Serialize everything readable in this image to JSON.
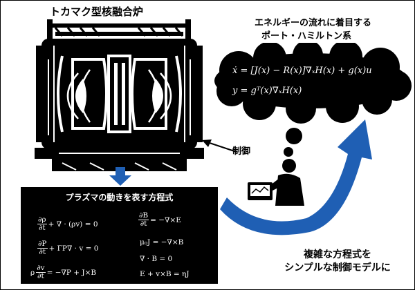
{
  "tokamak": {
    "title": "トカマク型核融合炉"
  },
  "port_hamiltonian": {
    "title_line1": "エネルギーの流れに着目する",
    "title_line2": "ポート・ハミルトン系",
    "eq1": "ẋ = [J(x) − R(x)]∇ₓH(x) + g(x)u",
    "eq2": "y = gᵀ(x)∇ₓH(x)"
  },
  "control_label": "制御",
  "plasma_equations": {
    "title": "プラズマの動きを表す方程式",
    "continuity": {
      "num": "∂ρ",
      "den": "∂t",
      "rest": "+ ∇ · (ρv) = 0"
    },
    "energy": {
      "num": "∂P",
      "den": "∂t",
      "rest": "+ ΓP∇ · v = 0"
    },
    "momentum": {
      "prefix": "ρ",
      "num": "∂v",
      "den": "∂t",
      "rest": "= −∇P + J×B"
    },
    "faraday": {
      "num": "∂B",
      "den": "∂t",
      "rest": "= −∇×E"
    },
    "ampere": "μ₀J = −∇×B",
    "gauss": "∇ · B = 0",
    "ohm": "E + v×B = ηJ"
  },
  "bottom_caption": {
    "line1": "複雑な方程式を",
    "line2": "シンプルな制御モデルに"
  },
  "colors": {
    "arrow_blue": "#1f5fb4",
    "box": "#000000"
  }
}
